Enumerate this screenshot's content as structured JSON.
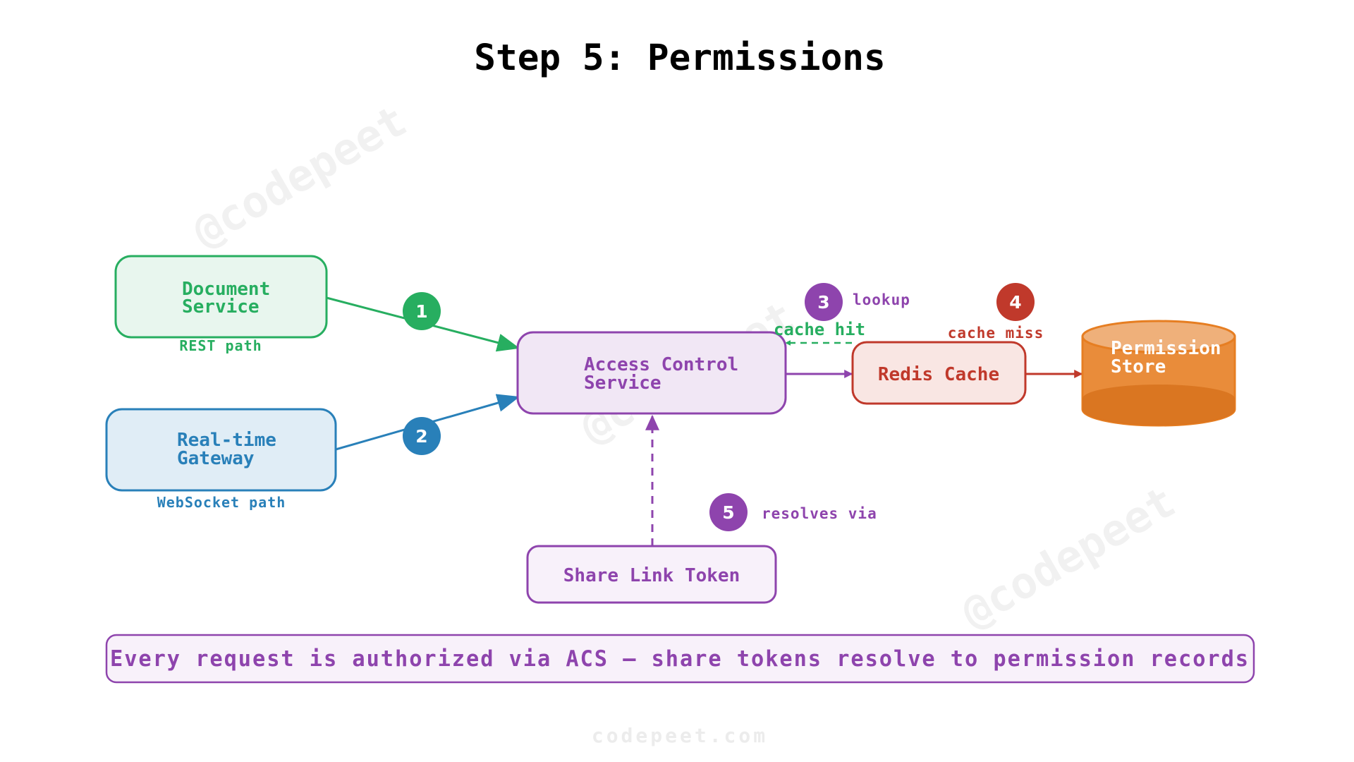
{
  "title": "Step 5: Permissions",
  "watermark": "@codepeet",
  "footer": "codepeet.com",
  "colors": {
    "green": "#27ae60",
    "green_fill": "#e8f6ee",
    "blue": "#2980b9",
    "blue_fill": "#e0edf6",
    "purple": "#8e44ad",
    "purple_fill": "#f1e7f5",
    "purple_light_fill": "#f8f1fa",
    "red": "#c0392b",
    "red_fill": "#f9e6e3",
    "orange": "#e67e22",
    "orange_fill": "#e98c3a",
    "orange_top": "#efb07a"
  },
  "nodes": {
    "document_service": {
      "line1": "Document",
      "line2": "Service",
      "caption": "REST path"
    },
    "realtime_gateway": {
      "line1": "Real-time",
      "line2": "Gateway",
      "caption": "WebSocket path"
    },
    "access_control": {
      "line1": "Access Control",
      "line2": "Service"
    },
    "redis_cache": {
      "label": "Redis Cache"
    },
    "permission_store": {
      "line1": "Permission",
      "line2": "Store"
    },
    "share_link_token": {
      "label": "Share Link Token"
    }
  },
  "steps": [
    {
      "number": "1",
      "label": ""
    },
    {
      "number": "2",
      "label": ""
    },
    {
      "number": "3",
      "label": "lookup"
    },
    {
      "number": "4",
      "label": ""
    },
    {
      "number": "5",
      "label": "resolves via"
    }
  ],
  "edge_labels": {
    "cache_hit": "cache hit",
    "cache_miss": "cache miss"
  },
  "note": "Every request is authorized via ACS — share tokens resolve to permission records"
}
